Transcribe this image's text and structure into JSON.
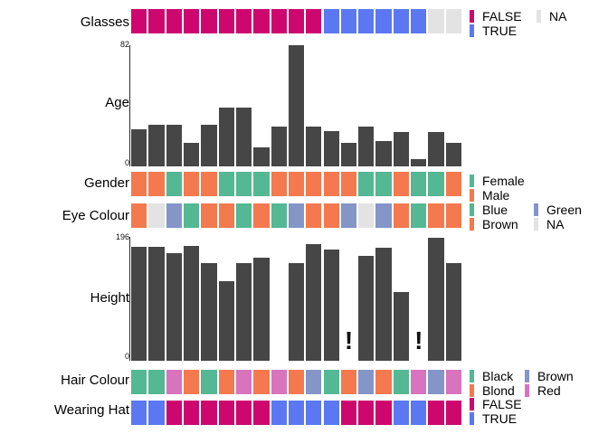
{
  "chart_data": {
    "type": "table",
    "description": "Record-level data overview: categorical strip rows and numeric bar rows for 19 observations",
    "n_observations": 19,
    "bar_color": "#464646",
    "missing_glyph": "!",
    "variables": [
      {
        "name": "Glasses",
        "type": "categorical",
        "values": [
          "FALSE",
          "FALSE",
          "FALSE",
          "FALSE",
          "FALSE",
          "FALSE",
          "FALSE",
          "FALSE",
          "FALSE",
          "FALSE",
          "FALSE",
          "TRUE",
          "TRUE",
          "TRUE",
          "TRUE",
          "TRUE",
          "TRUE",
          "NA",
          "NA"
        ],
        "color_map": {
          "FALSE": "#CE076F",
          "TRUE": "#5B78F2",
          "NA": "#E3E3E3"
        },
        "legend_columns": [
          [
            "FALSE",
            "TRUE"
          ],
          [
            "NA"
          ]
        ]
      },
      {
        "name": "Age",
        "type": "numeric",
        "ylim": [
          0,
          82
        ],
        "axis_max_label": "82",
        "axis_min_label": "0",
        "values": [
          25,
          28,
          28,
          16,
          28,
          40,
          40,
          13,
          27,
          82,
          27,
          24,
          16,
          27,
          17,
          23,
          5,
          23,
          16
        ]
      },
      {
        "name": "Gender",
        "type": "categorical",
        "values": [
          "Male",
          "Male",
          "Female",
          "Male",
          "Male",
          "Female",
          "Female",
          "Female",
          "Male",
          "Male",
          "Male",
          "Male",
          "Male",
          "Female",
          "Female",
          "Male",
          "Female",
          "Female",
          "Male"
        ],
        "color_map": {
          "Female": "#53B893",
          "Male": "#F4794E"
        },
        "legend_columns": [
          [
            "Female",
            "Male"
          ]
        ]
      },
      {
        "name": "Eye Colour",
        "type": "categorical",
        "values": [
          "Brown",
          "NA",
          "Green",
          "Blue",
          "Brown",
          "Brown",
          "Blue",
          "Brown",
          "Blue",
          "Green",
          "Brown",
          "Brown",
          "Green",
          "NA",
          "Green",
          "Brown",
          "Blue",
          "Brown",
          "Brown"
        ],
        "color_map": {
          "Blue": "#53B893",
          "Brown": "#F4794E",
          "Green": "#8495C8",
          "NA": "#E3E3E3"
        },
        "legend_columns": [
          [
            "Blue",
            "Brown"
          ],
          [
            "Green",
            "NA"
          ]
        ]
      },
      {
        "name": "Height",
        "type": "numeric",
        "ylim": [
          0,
          196
        ],
        "axis_max_label": "196",
        "axis_min_label": "0",
        "values": [
          180,
          180,
          170,
          181,
          155,
          126,
          155,
          163,
          null,
          154,
          185,
          176,
          null,
          166,
          179,
          109,
          null,
          195,
          155
        ],
        "marker_positions": [
          13,
          17
        ],
        "marker_glyph": "!"
      },
      {
        "name": "Hair Colour",
        "type": "categorical",
        "values": [
          "Black",
          "Black",
          "Red",
          "Blond",
          "Black",
          "Blond",
          "Red",
          "Blond",
          "Red",
          "Blond",
          "Brown",
          "Black",
          "Blond",
          "Brown",
          "Blond",
          "Black",
          "Red",
          "Brown",
          "Red"
        ],
        "color_map": {
          "Black": "#53B893",
          "Blond": "#F4794E",
          "Brown": "#8495C8",
          "Red": "#D873BE"
        },
        "legend_columns": [
          [
            "Black",
            "Blond"
          ],
          [
            "Brown",
            "Red"
          ]
        ]
      },
      {
        "name": "Wearing Hat",
        "type": "categorical",
        "values": [
          "TRUE",
          "TRUE",
          "FALSE",
          "FALSE",
          "FALSE",
          "FALSE",
          "FALSE",
          "FALSE",
          "TRUE",
          "TRUE",
          "TRUE",
          "TRUE",
          "FALSE",
          "FALSE",
          "FALSE",
          "TRUE",
          "TRUE",
          "FALSE",
          "FALSE"
        ],
        "color_map": {
          "FALSE": "#CE076F",
          "TRUE": "#5B78F2"
        },
        "legend_columns": [
          [
            "FALSE",
            "TRUE"
          ]
        ]
      }
    ]
  }
}
